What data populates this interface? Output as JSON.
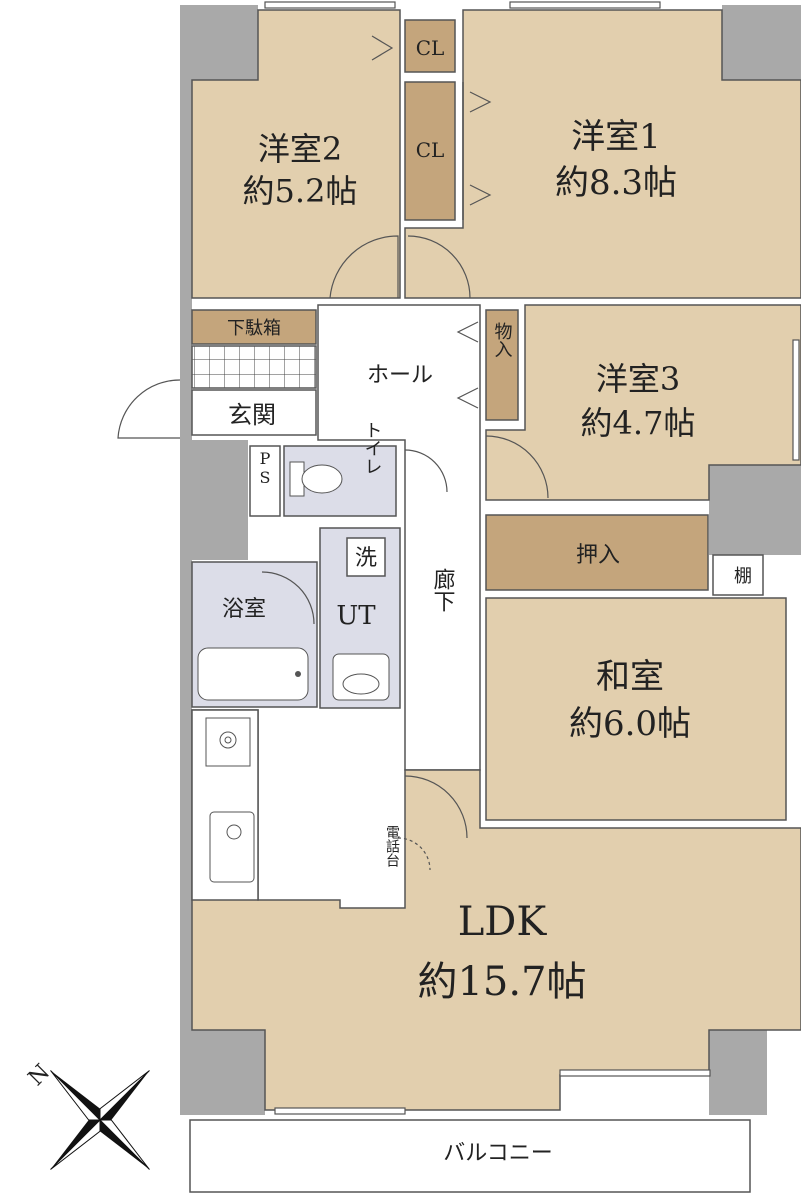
{
  "rooms": {
    "western2": {
      "name": "洋室2",
      "size": "約5.2帖"
    },
    "western1": {
      "name": "洋室1",
      "size": "約8.3帖"
    },
    "western3": {
      "name": "洋室3",
      "size": "約4.7帖"
    },
    "japanese": {
      "name": "和室",
      "size": "約6.0帖"
    },
    "ldk": {
      "name": "LDK",
      "size": "約15.7帖"
    }
  },
  "labels": {
    "closet": "CL",
    "closet2": "CL",
    "shoe_box": "下駄箱",
    "entrance": "玄関",
    "hall": "ホール",
    "storage": "物入",
    "ps": "PS",
    "toilet": "トイレ",
    "washer": "洗",
    "bathroom": "浴室",
    "utility": "UT",
    "corridor": "廊下",
    "oshiire": "押入",
    "shelf": "棚",
    "phone_stand": "電話台",
    "balcony": "バルコニー",
    "compass_north": "N"
  },
  "colors": {
    "room_fill": "#e2cfae",
    "closet_fill": "#c4a57c",
    "wet_fill": "#dcdde8",
    "wall": "#a9a9a9",
    "outline": "#555555"
  }
}
